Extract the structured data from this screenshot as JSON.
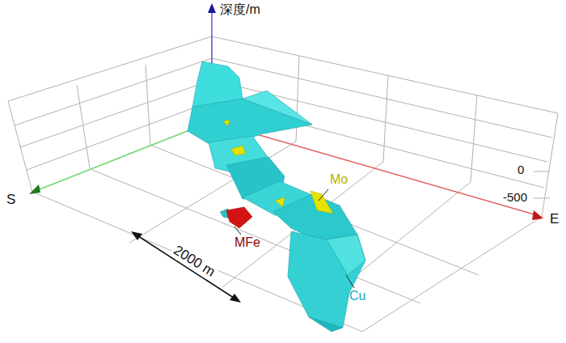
{
  "diagram": {
    "labels": [
      "深度/m",
      "0",
      "-500",
      "S",
      "E",
      "2000 m",
      "Mo",
      "MFe",
      "Cu"
    ]
  }
}
